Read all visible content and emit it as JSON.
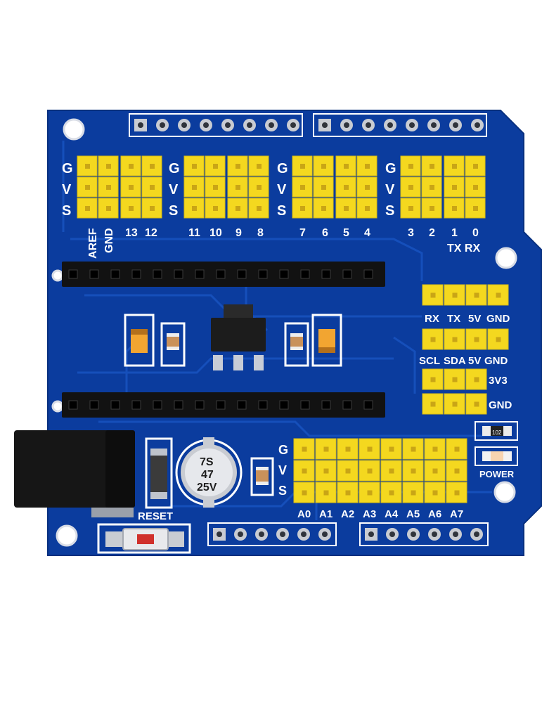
{
  "board": {
    "pcb_color": "#0b3c9e",
    "header_color": "#f4d81f",
    "silkscreen_color": "#ffffff",
    "gvs": [
      "G",
      "V",
      "S"
    ],
    "top_pins": [
      "AREF",
      "GND",
      "13",
      "12",
      "11",
      "10",
      "9",
      "8",
      "7",
      "6",
      "5",
      "4",
      "3",
      "2",
      "1",
      "0"
    ],
    "serial_label": "TX RX",
    "uart_labels": [
      "RX",
      "TX",
      "5V",
      "GND"
    ],
    "i2c_labels": [
      "SCL",
      "SDA",
      "5V",
      "GND"
    ],
    "v33_label": "3V3",
    "gnd_label": "GND",
    "analog_pins": [
      "A0",
      "A1",
      "A2",
      "A3",
      "A4",
      "A5",
      "A6",
      "A7"
    ],
    "reset_label": "RESET",
    "power_label": "POWER",
    "cap_label_1": "7S",
    "cap_label_2": "47",
    "cap_label_3": "25V",
    "resistor_label": "102"
  }
}
